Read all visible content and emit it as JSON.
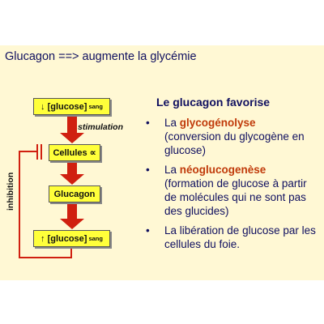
{
  "title": "Glucagon ==> augmente la glycémie",
  "diagram": {
    "box1": {
      "arrow": "↓",
      "label": "[glucose]",
      "sub": "sang"
    },
    "stimulation": "stimulation",
    "box2": {
      "label": "Cellules",
      "symbol": "∝"
    },
    "box3": {
      "label": "Glucagon"
    },
    "box4": {
      "arrow": "↑",
      "label": "[glucose]",
      "sub": "sang"
    },
    "inhibition": "inhibition"
  },
  "right_panel": {
    "heading": "Le glucagon favorise",
    "bullet_char": "•",
    "items": [
      {
        "prefix": "La ",
        "highlight": "glycogénolyse",
        "rest": "(conversion du glycogène en glucose)"
      },
      {
        "prefix": "La ",
        "highlight": "néoglucogenèse",
        "rest": "(formation de glucose à partir de molécules qui ne sont pas des glucides)"
      },
      {
        "prefix": "La libération de glucose par les cellules du foie.",
        "highlight": "",
        "rest": ""
      }
    ]
  },
  "colors": {
    "box_fill": "#ffff3a",
    "arrow_red": "#d02010",
    "highlight_orange": "#c03a0a",
    "text_navy": "#101060",
    "background": "#fff8d4"
  }
}
